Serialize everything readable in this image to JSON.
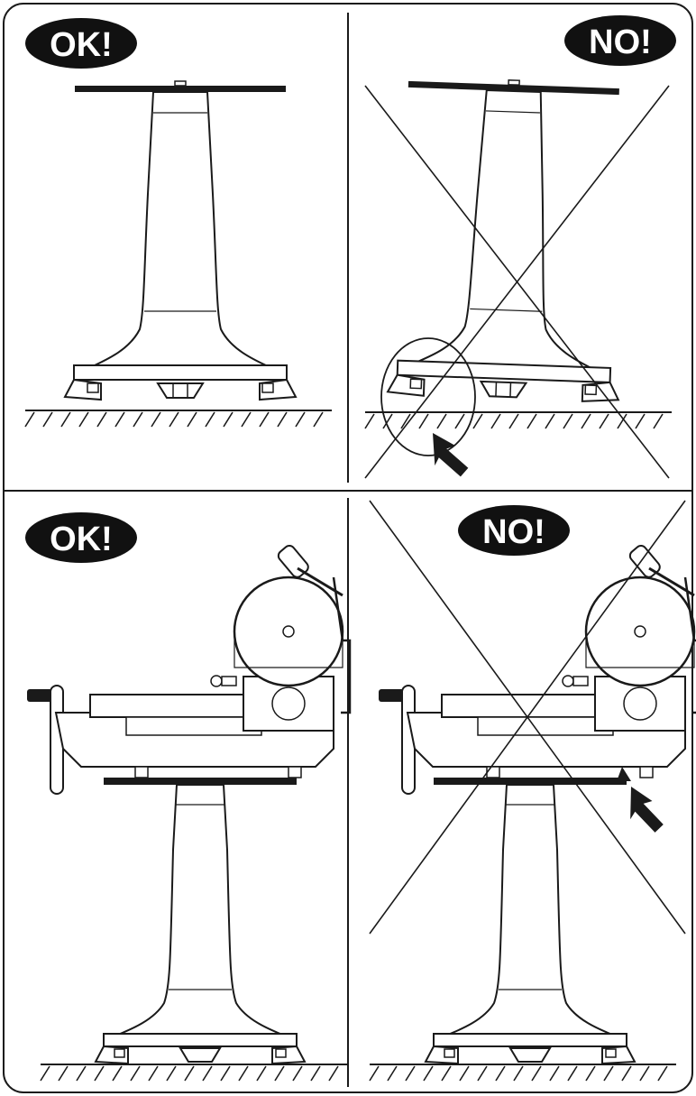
{
  "panels": [
    {
      "id": "top-left",
      "verdict": "OK!",
      "status": "correct",
      "subject": "stand"
    },
    {
      "id": "top-right",
      "verdict": "NO!",
      "status": "incorrect",
      "subject": "stand"
    },
    {
      "id": "bottom-left",
      "verdict": "OK!",
      "status": "correct",
      "subject": "slicer-on-stand"
    },
    {
      "id": "bottom-right",
      "verdict": "NO!",
      "status": "incorrect",
      "subject": "slicer-on-stand"
    }
  ],
  "colors": {
    "ink": "#1a1a1a",
    "badge_bg": "#111111",
    "badge_text": "#ffffff",
    "paper": "#ffffff",
    "fill_light": "#f2f2f2"
  }
}
